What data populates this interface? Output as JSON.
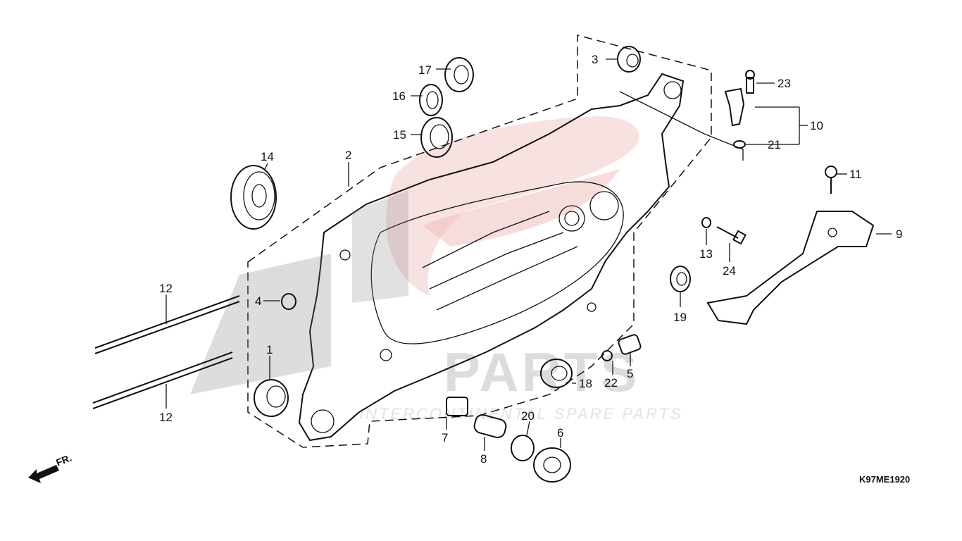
{
  "diagram_code": "K97ME1920",
  "direction_label": "FR.",
  "watermark": {
    "brand": "PARTS",
    "tagline": "INTERCONTINENTAL SPARE PARTS"
  },
  "callouts": {
    "c1": "1",
    "c2": "2",
    "c3": "3",
    "c4": "4",
    "c5": "5",
    "c6": "6",
    "c7": "7",
    "c8": "8",
    "c9": "9",
    "c10": "10",
    "c11": "11",
    "c12a": "12",
    "c12b": "12",
    "c13": "13",
    "c14": "14",
    "c15": "15",
    "c16": "16",
    "c17": "17",
    "c18": "18",
    "c19": "19",
    "c20": "20",
    "c21": "21",
    "c22": "22",
    "c23": "23",
    "c24": "24"
  },
  "colors": {
    "ink": "#111111",
    "watermark_red": "#e8a7a7",
    "watermark_grey": "#dcdcdc"
  }
}
